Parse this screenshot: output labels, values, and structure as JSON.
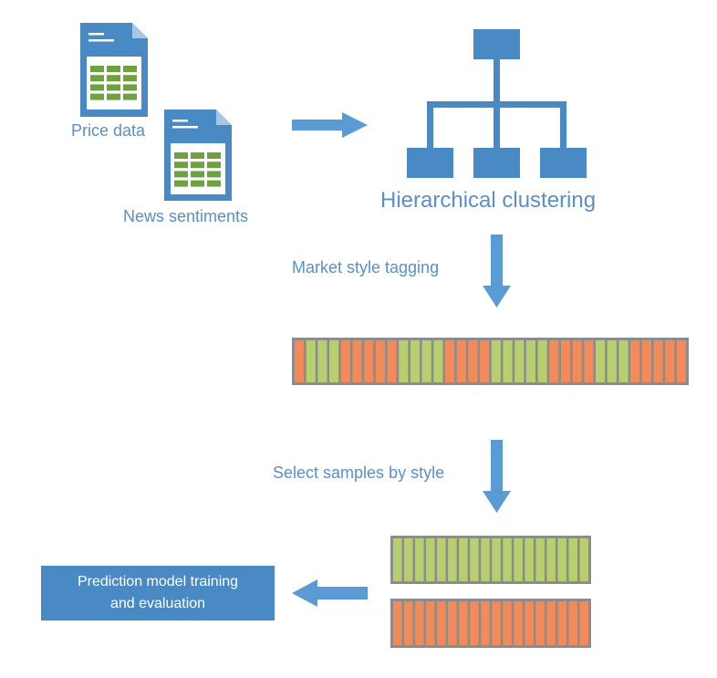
{
  "labels": {
    "price_data": "Price data",
    "news_sentiments": "News sentiments",
    "hierarchical_clustering": "Hierarchical clustering",
    "market_style_tagging": "Market style tagging",
    "select_samples": "Select samples by style",
    "result_line1": "Prediction model training",
    "result_line2": "and evaluation"
  },
  "colors": {
    "primary_blue": "#4a8ac4",
    "text_blue": "#5b8fc7",
    "orange": "#f28b59",
    "green": "#b7cf6f",
    "strip_border": "#8c8c8c",
    "sheet_green": "#6ea23f"
  },
  "icons": [
    "document-spreadsheet-icon",
    "hierarchy-tree-icon",
    "arrow-right-icon",
    "arrow-down-icon",
    "arrow-left-icon"
  ],
  "style_sequence": [
    "o",
    "g",
    "g",
    "g",
    "o",
    "o",
    "o",
    "o",
    "o",
    "g",
    "g",
    "g",
    "g",
    "o",
    "o",
    "o",
    "o",
    "g",
    "g",
    "g",
    "g",
    "g",
    "o",
    "o",
    "o",
    "o",
    "g",
    "g",
    "g",
    "o",
    "o",
    "o",
    "o",
    "o"
  ],
  "selected_green_count": 18,
  "selected_orange_count": 18
}
